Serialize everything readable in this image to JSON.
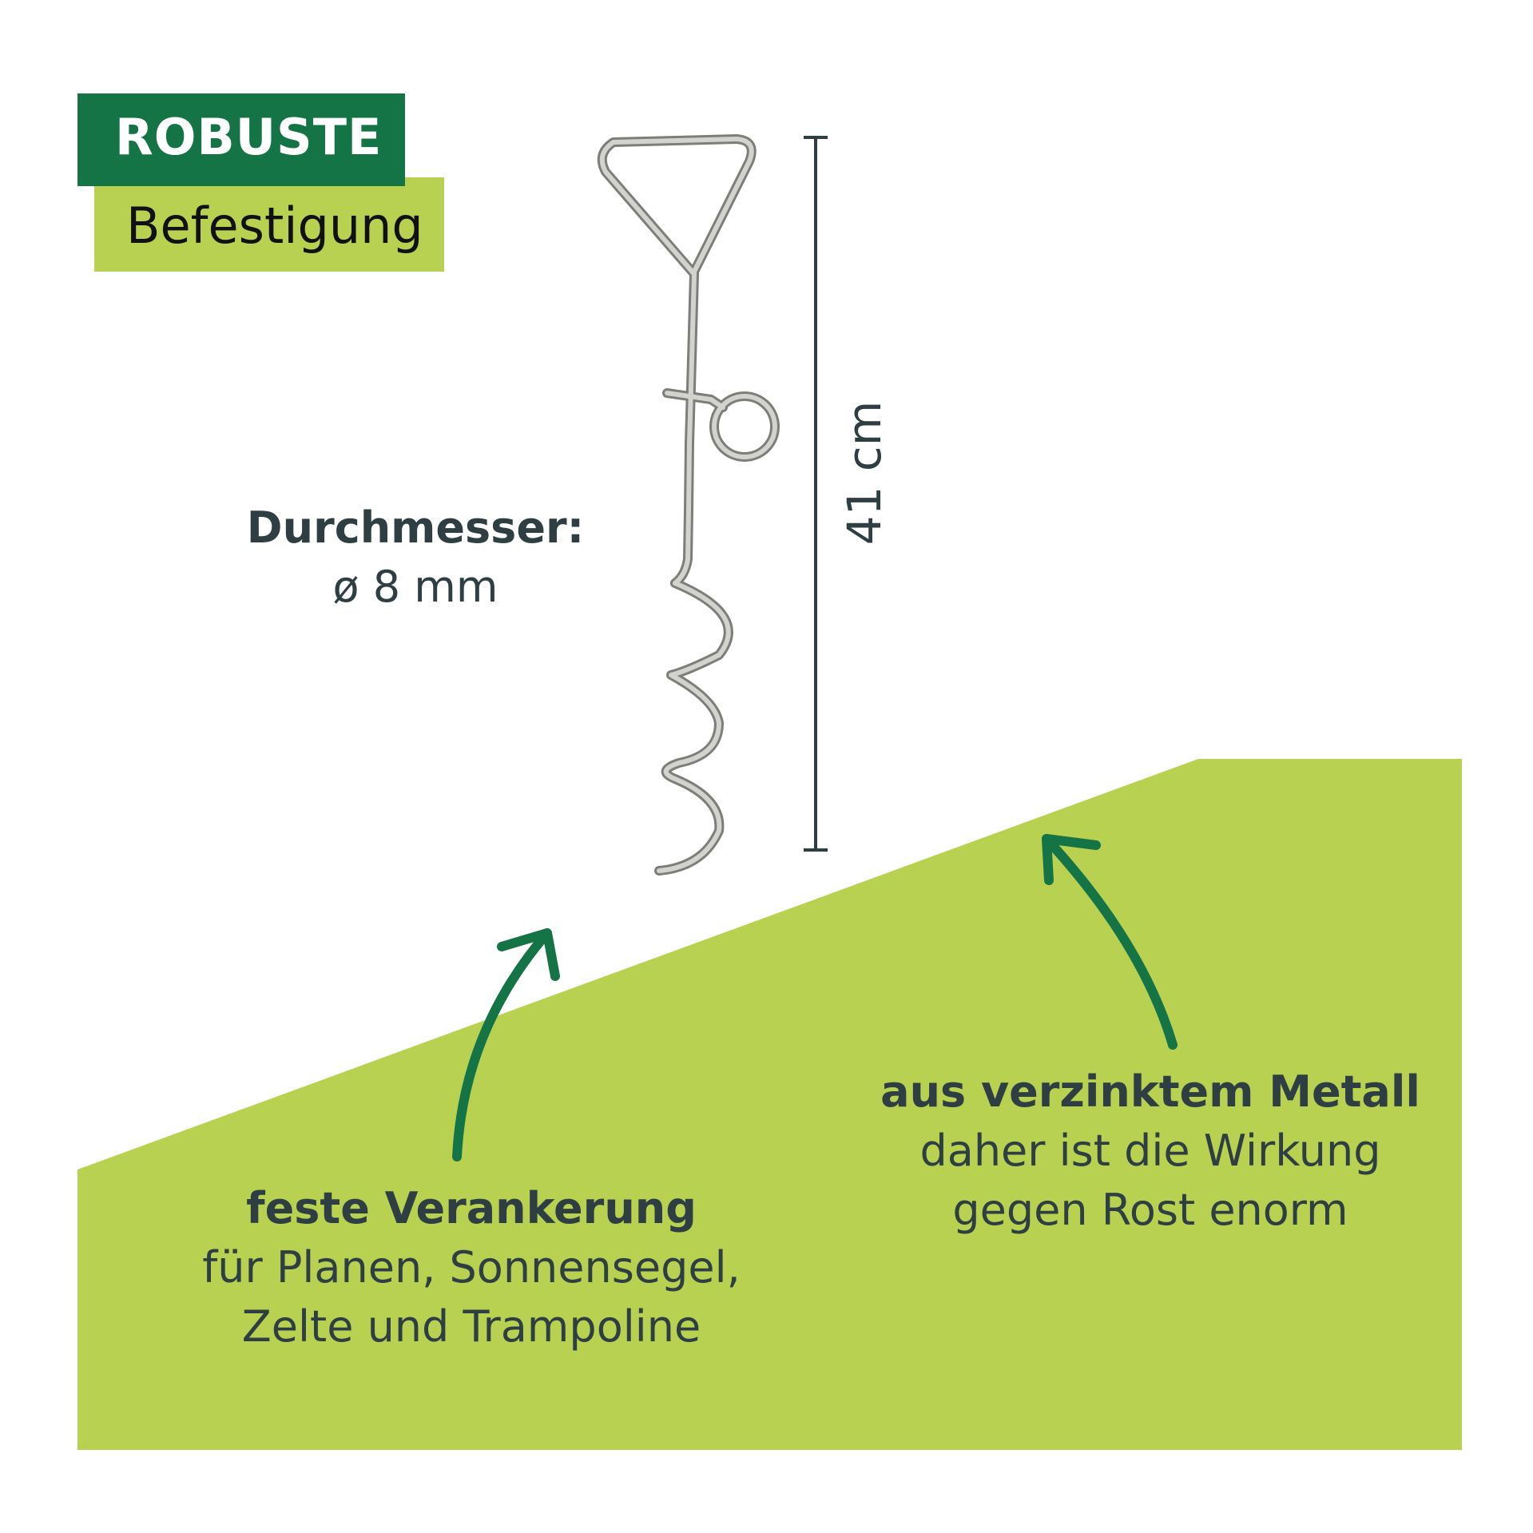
{
  "badge": {
    "title": "ROBUSTE",
    "subtitle": "Befestigung"
  },
  "dimensions": {
    "length_label": "41 cm",
    "diameter_label": "Durchmesser:",
    "diameter_value": "ø 8 mm"
  },
  "features": [
    {
      "heading": "feste Verankerung",
      "line1": "für Planen, Sonnensegel,",
      "line2": "Zelte und Trampoline"
    },
    {
      "heading": "aus verzinktem Metall",
      "line1": "daher ist die Wirkung",
      "line2": "gegen Rost enorm"
    }
  ],
  "colors": {
    "dark_green": "#157446",
    "lime_green": "#b8d151",
    "arrow_green": "#157446",
    "text": "#2e3e43",
    "metal": "#a9aaa6"
  },
  "icons": {
    "product": "spiral-ground-anchor-icon",
    "arrows": "curved-arrow-icon"
  }
}
